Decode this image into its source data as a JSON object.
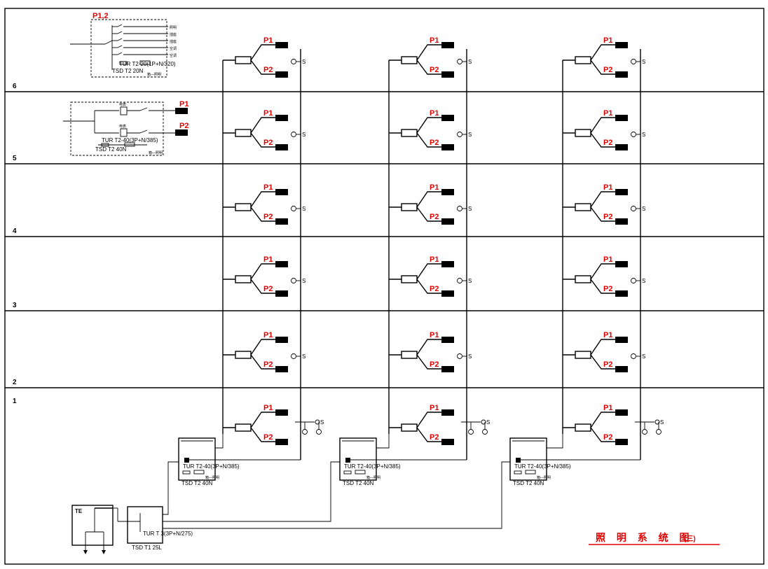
{
  "floors": [
    "6",
    "5",
    "4",
    "3",
    "2",
    "1"
  ],
  "branch_labels": {
    "p1": "P1",
    "p2": "P2",
    "p12": "P1,2"
  },
  "outlet_label": "S",
  "detail_box_6": {
    "breaker_text": "TUR  T2-20(1P+N/320)",
    "spd_text": "TSD  T2  20N",
    "circuits": [
      "照明",
      "插座",
      "插座",
      "空调",
      "空调"
    ],
    "note": "箱—照明"
  },
  "detail_box_5": {
    "breaker_text": "TUR  T2-40(3P+N/385)",
    "spd_text": "TSD  T2  40N",
    "meter_label": "电表",
    "note": "箱—照明"
  },
  "riser_boxes": [
    {
      "breaker_text": "TUR  T2-40(3P+N/385)",
      "spd_text": "TSD  T2  40N",
      "note": "箱—照明"
    },
    {
      "breaker_text": "TUR  T2-40(3P+N/385)",
      "spd_text": "TSD  T2  40N",
      "note": "箱—照明"
    },
    {
      "breaker_text": "TUR  T2-40(3P+N/385)",
      "spd_text": "TSD  T2  40N",
      "note": "箱—照明"
    }
  ],
  "main_box": {
    "label": "TE",
    "breaker_text": "TUR T   3(3P+N/275)",
    "spd_text": "TSD  T1  25L"
  },
  "title": "照 明 系 统 图",
  "title_suffix": "(三)"
}
